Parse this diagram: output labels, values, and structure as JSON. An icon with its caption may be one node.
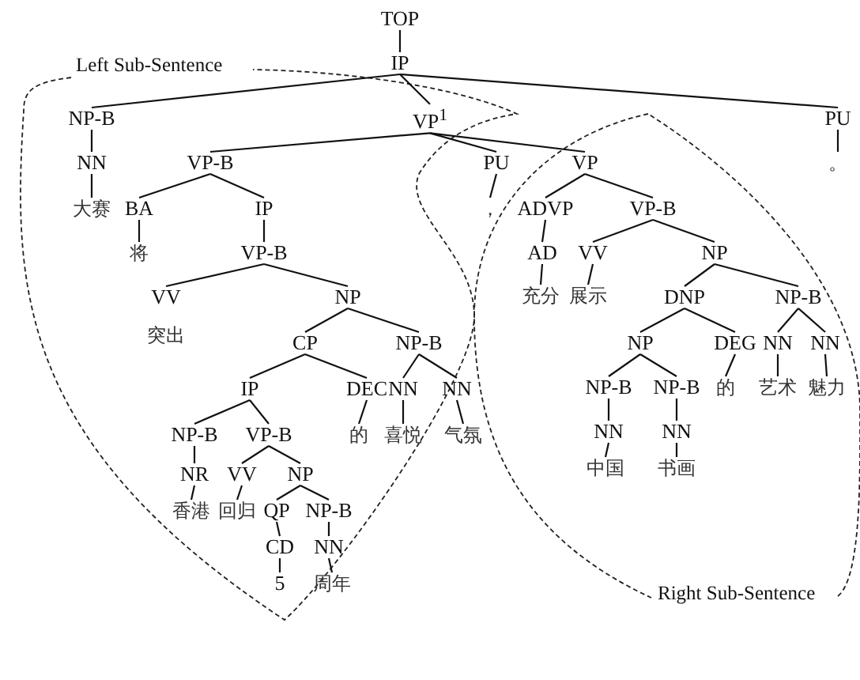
{
  "diagram": {
    "nodes": [
      {
        "text": [
          "TOP"
        ]
      },
      {
        "text": [
          "IP"
        ]
      },
      {
        "text": [
          "NP-B"
        ]
      },
      {
        "text": [
          "VP$^{1}$"
        ]
      },
      {
        "text": [
          "PU"
        ]
      },
      {
        "text": [
          "NN"
        ]
      },
      {
        "text": [
          "大赛"
        ]
      },
      {
        "text": [
          "VP-B"
        ]
      },
      {
        "text": [
          "PU"
        ]
      },
      {
        "text": [
          "VP"
        ]
      },
      {
        "text": [
          "BA"
        ]
      },
      {
        "text": [
          "IP"
        ]
      },
      {
        "text": [
          "将"
        ]
      },
      {
        "text": [
          "VP-B"
        ]
      },
      {
        "text": [
          "VV"
        ]
      },
      {
        "text": [
          "NP"
        ]
      },
      {
        "text": [
          "突出"
        ]
      },
      {
        "text": [
          "CP"
        ]
      },
      {
        "text": [
          "NP-B"
        ]
      },
      {
        "text": [
          "IP"
        ]
      },
      {
        "text": [
          "DEC"
        ]
      },
      {
        "text": [
          "NN"
        ]
      },
      {
        "text": [
          "NN"
        ]
      },
      {
        "text": [
          "的"
        ]
      },
      {
        "text": [
          "喜悦"
        ]
      },
      {
        "text": [
          "气氛"
        ]
      },
      {
        "text": [
          "NP-B"
        ]
      },
      {
        "text": [
          "VP-B"
        ]
      },
      {
        "text": [
          "NR"
        ]
      },
      {
        "text": [
          "VV"
        ]
      },
      {
        "text": [
          "NP"
        ]
      },
      {
        "text": [
          "香港"
        ]
      },
      {
        "text": [
          "回归"
        ]
      },
      {
        "text": [
          "QP"
        ]
      },
      {
        "text": [
          "NP-B"
        ]
      },
      {
        "text": [
          "CD"
        ]
      },
      {
        "text": [
          "NN"
        ]
      },
      {
        "text": [
          "5"
        ]
      },
      {
        "text": [
          "周年"
        ]
      },
      {
        "text": [
          "，"
        ]
      },
      {
        "text": [
          "。"
        ]
      },
      {
        "text": [
          "ADVP"
        ]
      },
      {
        "text": [
          "VP-B"
        ]
      },
      {
        "text": [
          "AD"
        ]
      },
      {
        "text": [
          "VV"
        ]
      },
      {
        "text": [
          "NP"
        ]
      },
      {
        "text": [
          "充分"
        ]
      },
      {
        "text": [
          "展示"
        ]
      },
      {
        "text": [
          "DNP"
        ]
      },
      {
        "text": [
          "NP-B"
        ]
      },
      {
        "text": [
          "NP"
        ]
      },
      {
        "text": [
          "DEG"
        ]
      },
      {
        "text": [
          "NN"
        ]
      },
      {
        "text": [
          "NN"
        ]
      },
      {
        "text": [
          "NP-B"
        ]
      },
      {
        "text": [
          "NP-B"
        ]
      },
      {
        "text": [
          "的"
        ]
      },
      {
        "text": [
          "艺术"
        ]
      },
      {
        "text": [
          "魅力"
        ]
      },
      {
        "text": [
          "NN"
        ]
      },
      {
        "text": [
          "NN"
        ]
      },
      {
        "text": [
          "中国"
        ]
      },
      {
        "text": [
          "书画"
        ]
      }
    ],
    "edges": [
      {
        "from": 0,
        "to": 1,
        "arrow": "none"
      },
      {
        "from": 1,
        "to": 2,
        "arrow": "none"
      },
      {
        "from": 1,
        "to": 3,
        "arrow": "none"
      },
      {
        "from": 1,
        "to": 4,
        "arrow": "none"
      },
      {
        "from": 2,
        "to": 5,
        "arrow": "none"
      },
      {
        "from": 5,
        "to": 6,
        "arrow": "none"
      },
      {
        "from": 3,
        "to": 7,
        "arrow": "none"
      },
      {
        "from": 3,
        "to": 8,
        "arrow": "none"
      },
      {
        "from": 3,
        "to": 9,
        "arrow": "none"
      },
      {
        "from": 4,
        "to": 40,
        "arrow": "none"
      },
      {
        "from": 7,
        "to": 10,
        "arrow": "none"
      },
      {
        "from": 7,
        "to": 11,
        "arrow": "none"
      },
      {
        "from": 10,
        "to": 12,
        "arrow": "none"
      },
      {
        "from": 11,
        "to": 13,
        "arrow": "none"
      },
      {
        "from": 13,
        "to": 14,
        "arrow": "none"
      },
      {
        "from": 13,
        "to": 15,
        "arrow": "none"
      },
      {
        "from": 8,
        "to": 39,
        "arrow": "none"
      },
      {
        "from": 15,
        "to": 17,
        "arrow": "none"
      },
      {
        "from": 15,
        "to": 18,
        "arrow": "none"
      },
      {
        "from": 17,
        "to": 19,
        "arrow": "none"
      },
      {
        "from": 17,
        "to": 20,
        "arrow": "none"
      },
      {
        "from": 18,
        "to": 21,
        "arrow": "none"
      },
      {
        "from": 18,
        "to": 22,
        "arrow": "none"
      },
      {
        "from": 20,
        "to": 23,
        "arrow": "none"
      },
      {
        "from": 21,
        "to": 24,
        "arrow": "none"
      },
      {
        "from": 22,
        "to": 25,
        "arrow": "none"
      },
      {
        "from": 19,
        "to": 26,
        "arrow": "none"
      },
      {
        "from": 19,
        "to": 27,
        "arrow": "none"
      },
      {
        "from": 26,
        "to": 28,
        "arrow": "none"
      },
      {
        "from": 27,
        "to": 29,
        "arrow": "none"
      },
      {
        "from": 27,
        "to": 30,
        "arrow": "none"
      },
      {
        "from": 28,
        "to": 31,
        "arrow": "none"
      },
      {
        "from": 29,
        "to": 32,
        "arrow": "none"
      },
      {
        "from": 30,
        "to": 33,
        "arrow": "none"
      },
      {
        "from": 30,
        "to": 34,
        "arrow": "none"
      },
      {
        "from": 33,
        "to": 35,
        "arrow": "none"
      },
      {
        "from": 34,
        "to": 36,
        "arrow": "none"
      },
      {
        "from": 35,
        "to": 37,
        "arrow": "none"
      },
      {
        "from": 36,
        "to": 38,
        "arrow": "none"
      },
      {
        "from": 9,
        "to": 41,
        "arrow": "none"
      },
      {
        "from": 9,
        "to": 42,
        "arrow": "none"
      },
      {
        "from": 41,
        "to": 43,
        "arrow": "none"
      },
      {
        "from": 43,
        "to": 46,
        "arrow": "none"
      },
      {
        "from": 42,
        "to": 44,
        "arrow": "none"
      },
      {
        "from": 42,
        "to": 45,
        "arrow": "none"
      },
      {
        "from": 44,
        "to": 47,
        "arrow": "none"
      },
      {
        "from": 45,
        "to": 48,
        "arrow": "none"
      },
      {
        "from": 45,
        "to": 49,
        "arrow": "none"
      },
      {
        "from": 48,
        "to": 50,
        "arrow": "none"
      },
      {
        "from": 48,
        "to": 51,
        "arrow": "none"
      },
      {
        "from": 49,
        "to": 52,
        "arrow": "none"
      },
      {
        "from": 49,
        "to": 53,
        "arrow": "none"
      },
      {
        "from": 50,
        "to": 54,
        "arrow": "none"
      },
      {
        "from": 50,
        "to": 55,
        "arrow": "none"
      },
      {
        "from": 51,
        "to": 56,
        "arrow": "none"
      },
      {
        "from": 52,
        "to": 57,
        "arrow": "none"
      },
      {
        "from": 53,
        "to": 58,
        "arrow": "none"
      },
      {
        "from": 54,
        "to": 59,
        "arrow": "none"
      },
      {
        "from": 55,
        "to": 60,
        "arrow": "none"
      },
      {
        "from": 59,
        "to": 61,
        "arrow": "none"
      },
      {
        "from": 60,
        "to": 62,
        "arrow": "none"
      }
    ],
    "labels": [
      "Left Sub-Sentence",
      "Right Sub-Sentence"
    ]
  }
}
